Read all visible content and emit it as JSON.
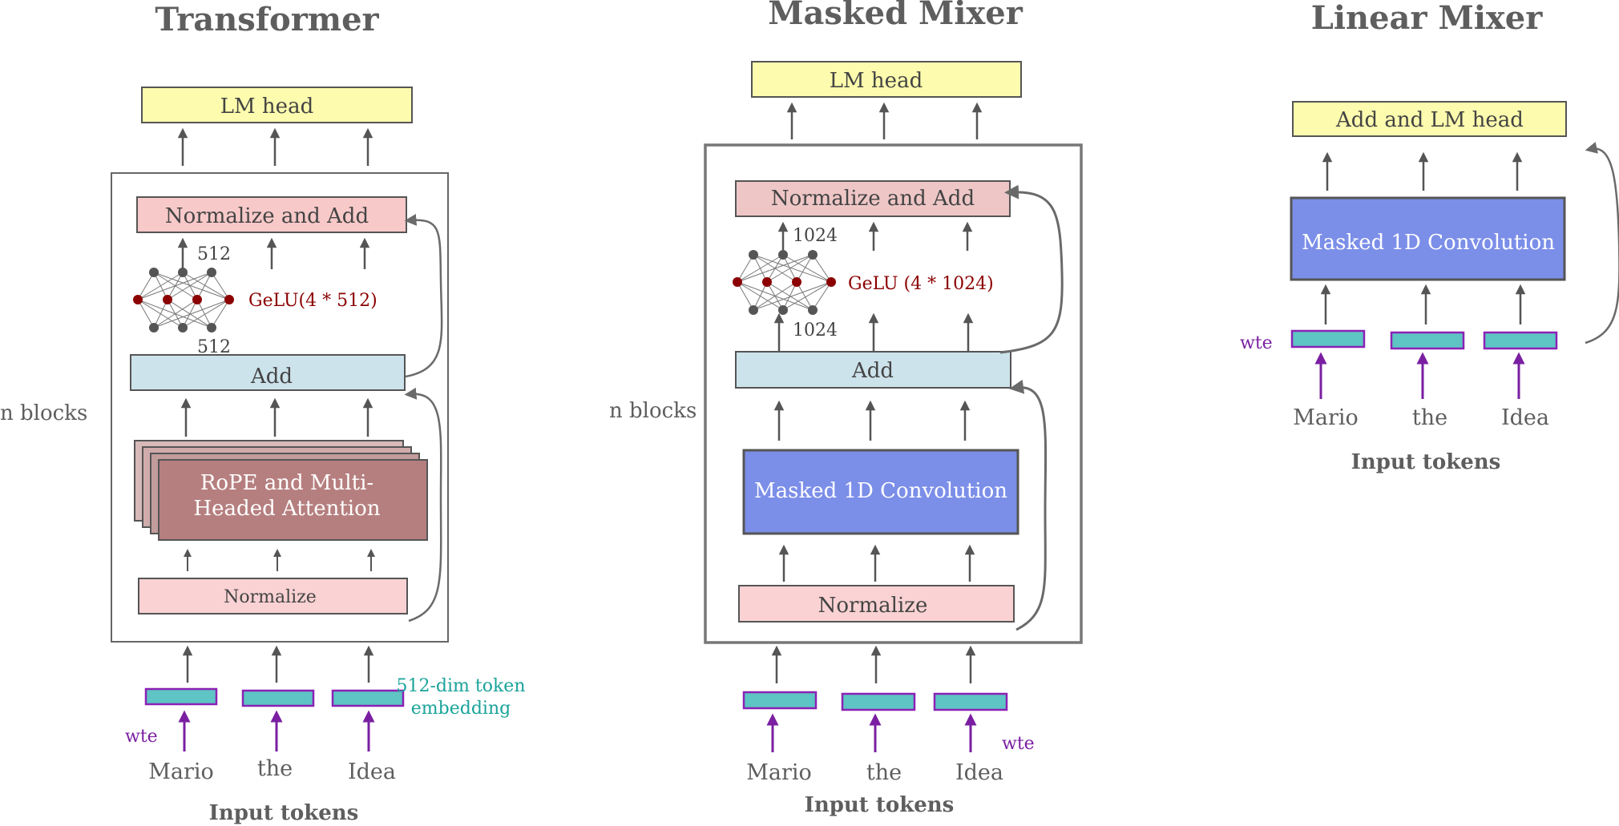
{
  "colors": {
    "lm_head": "#fdfcae",
    "normalize_add": "#f8c9c9",
    "normalize": "#fad2d3",
    "add": "#cde3ec",
    "attention": "#b67f7f",
    "conv": "#7b8ee8",
    "embedding": "#5ec4c4",
    "embedding_border": "#8b21b5",
    "wte": "#7a1fa2",
    "gelu": "#8b0000",
    "arrow": "#555555",
    "border": "#666666"
  },
  "transformer": {
    "title": "Transformer",
    "lm_head": "LM head",
    "normalize_add": "Normalize and Add",
    "mlp_out_dim": "512",
    "gelu_label": "GeLU(4 * 512)",
    "mlp_in_dim": "512",
    "add": "Add",
    "n_blocks": "n blocks",
    "attention_line1": "RoPE and Multi-",
    "attention_line2": "Headed Attention",
    "normalize": "Normalize",
    "embedding_label_line1": "512-dim token",
    "embedding_label_line2": "embedding",
    "wte": "wte",
    "tokens": [
      "Mario",
      "the",
      "Idea"
    ],
    "input_tokens": "Input tokens"
  },
  "masked_mixer": {
    "title": "Masked Mixer",
    "lm_head": "LM head",
    "normalize_add": "Normalize and Add",
    "mlp_out_dim": "1024",
    "gelu_label": "GeLU (4 * 1024)",
    "mlp_in_dim": "1024",
    "add": "Add",
    "n_blocks": "n blocks",
    "conv": "Masked 1D Convolution",
    "normalize": "Normalize",
    "wte": "wte",
    "tokens": [
      "Mario",
      "the",
      "Idea"
    ],
    "input_tokens": "Input tokens"
  },
  "linear_mixer": {
    "title": "Linear Mixer",
    "lm_head": "Add and LM head",
    "conv": "Masked 1D Convolution",
    "wte": "wte",
    "tokens": [
      "Mario",
      "the",
      "Idea"
    ],
    "input_tokens": "Input tokens"
  }
}
